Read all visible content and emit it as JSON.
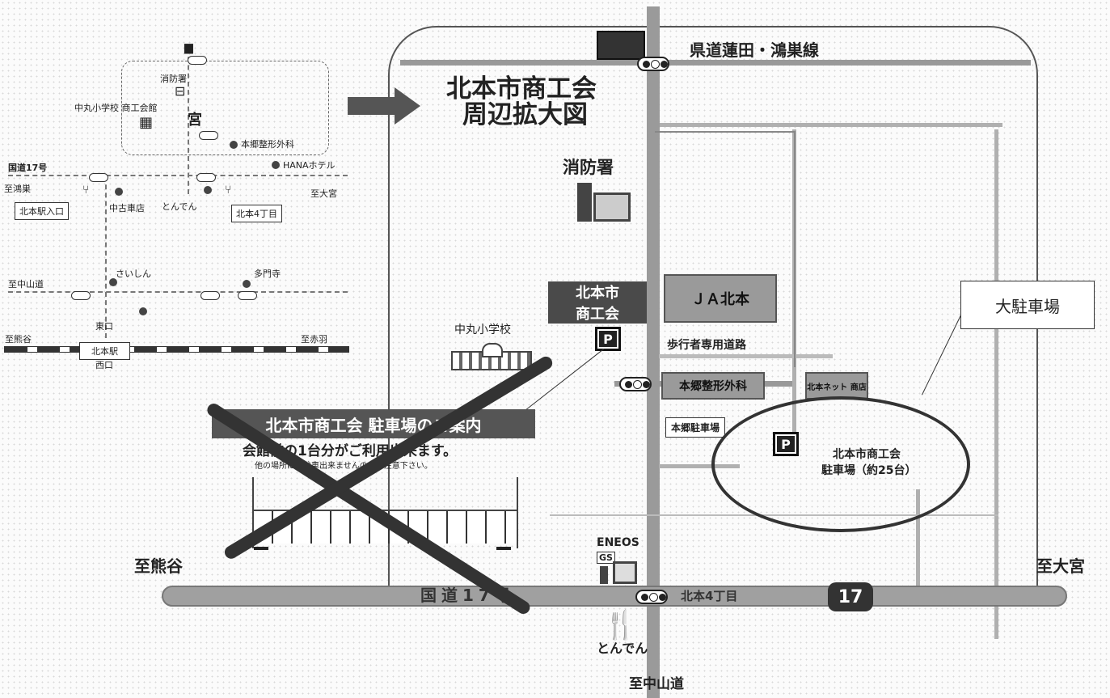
{
  "inset": {
    "fire_station": "消防署",
    "school_chamber": "中丸小学校 商工会館",
    "clinic": "本郷整形外科",
    "road17": "国道17号",
    "hotel": "HANAホテル",
    "konosu": "至鴻巣",
    "omiya": "至大宮",
    "kitamoto_eki_iriguchi": "北本駅入口",
    "used_car": "中古車店",
    "tonden": "とんでん",
    "kitamoto_4": "北本4丁目",
    "saishin": "さいしん",
    "tamonji": "多門寺",
    "nakasendo": "至中山道",
    "higashiguchi": "東口",
    "kumagaya": "至熊谷",
    "kitamoto_station": "北本駅",
    "akabane": "至赤羽",
    "nishiguchi": "西口"
  },
  "main": {
    "title_line1": "北本市商工会",
    "title_line2": "周辺拡大図",
    "prefectural_road": "県道蓮田・鴻巣線",
    "fire_station": "消防署",
    "chamber_line1": "北本市",
    "chamber_line2": "商工会",
    "parking_p": "P",
    "ja": "ＪＡ北本",
    "school": "中丸小学校",
    "pedestrian_road": "歩行者専用道路",
    "clinic": "本郷整形外科",
    "clinic_parking": "本郷駐車場",
    "building_small": "北本ネット 商店",
    "chamber_parking_line1": "北本市商工会",
    "chamber_parking_line2": "駐車場（約25台）",
    "big_parking_callout": "大駐車場",
    "to_kumagaya": "至熊谷",
    "to_omiya": "至大宮",
    "eneos": "ENEOS",
    "gs": "GS",
    "national_road": "国道17号",
    "kitamoto_4": "北本4丁目",
    "route_number": "17",
    "tonden": "とんでん",
    "to_nakasendo": "至中山道"
  },
  "notice": {
    "header": "北本市商工会 駐車場のご案内",
    "line1": "会館前の1台分がご利用出来ます。",
    "line2": "他の場所には駐車出来ませんのでご注意下さい。"
  }
}
